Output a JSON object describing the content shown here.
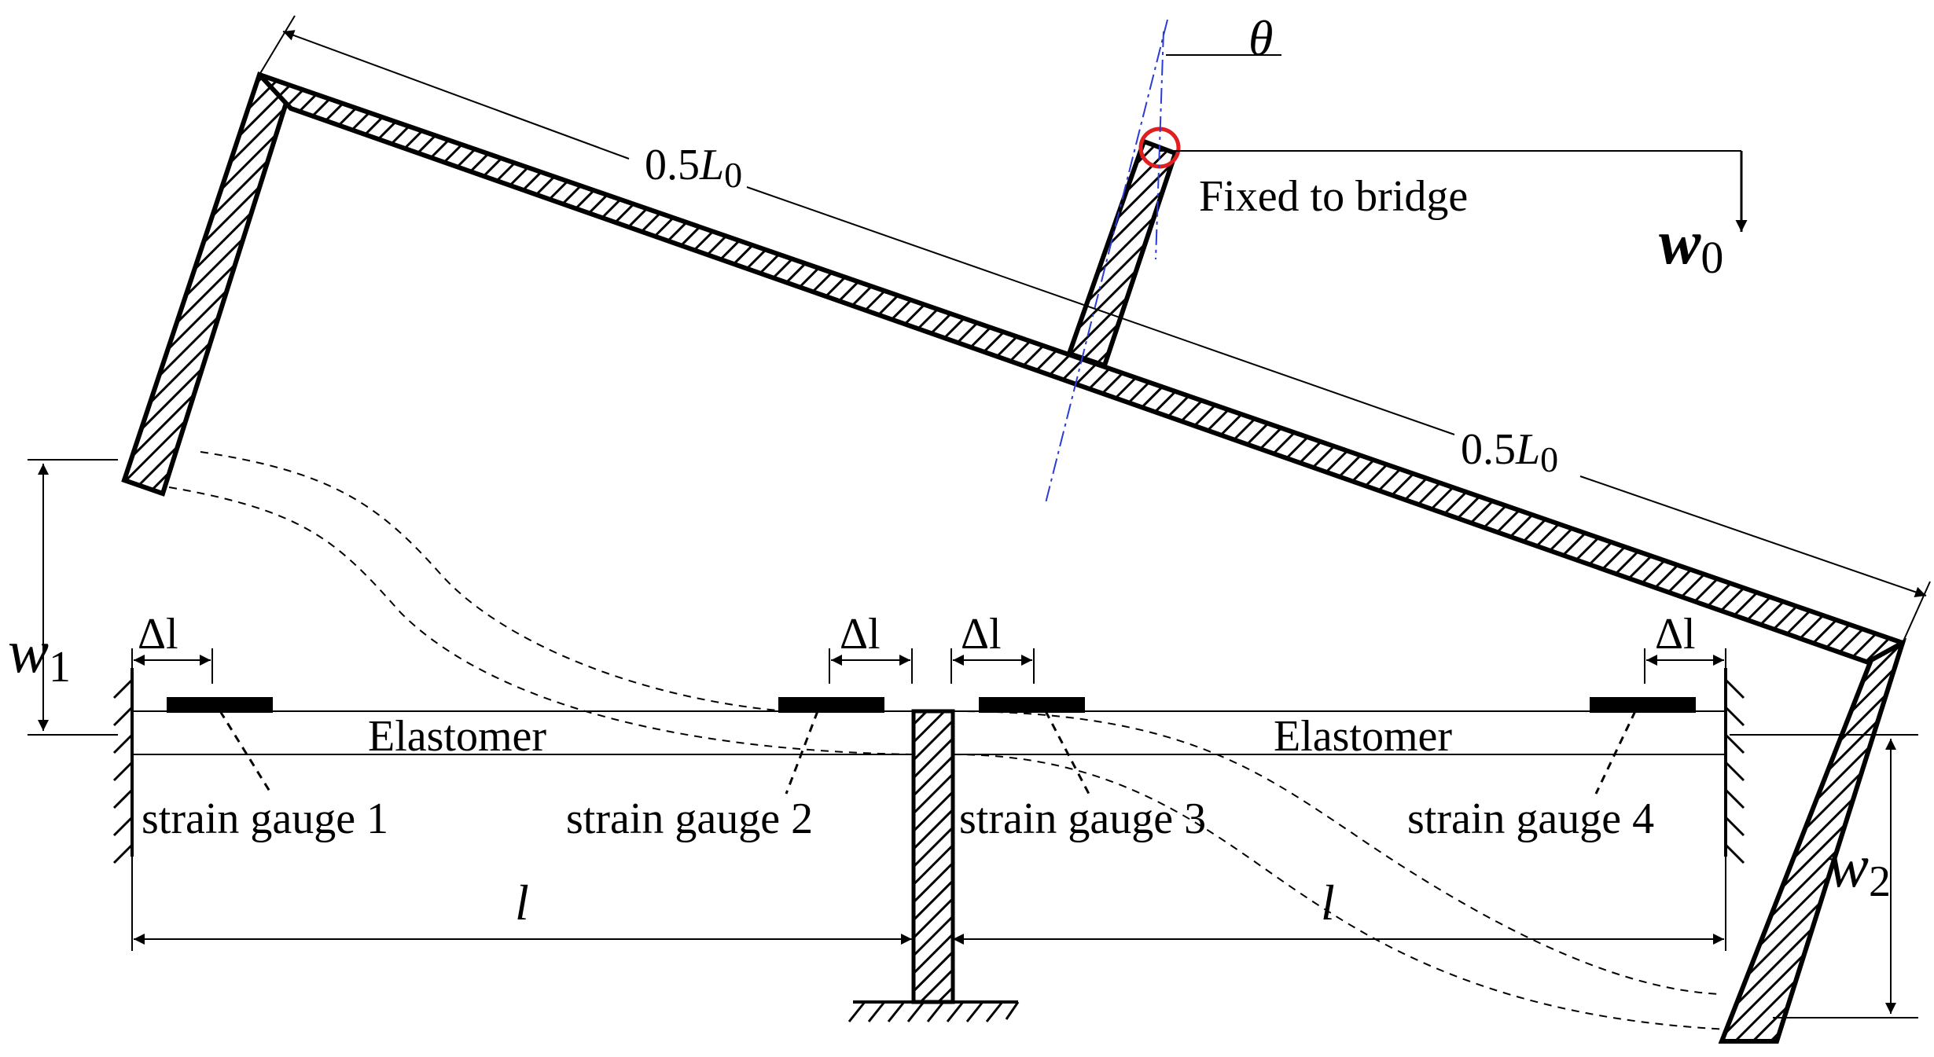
{
  "labels": {
    "top_length": "0.5",
    "length_var": "L",
    "length_sub": "0",
    "fixed_to_bridge": "Fixed to bridge",
    "theta": "θ",
    "w0_main": "w",
    "w0_sub": "0",
    "w1_main": "w",
    "w1_sub": "1",
    "w2_main": "w",
    "w2_sub": "2",
    "delta_l": "Δl",
    "elastomer_left": "Elastomer",
    "elastomer_right": "Elastomer",
    "gauge_1": "strain gauge 1",
    "gauge_2": "strain gauge 2",
    "gauge_3": "strain gauge 3",
    "gauge_4": "strain gauge 4",
    "span_left": "l",
    "span_right": "l"
  },
  "colors": {
    "ink": "#000000",
    "axis_line": "#2a3bd6",
    "pivot_circle": "#e02020",
    "background": "#ffffff"
  }
}
